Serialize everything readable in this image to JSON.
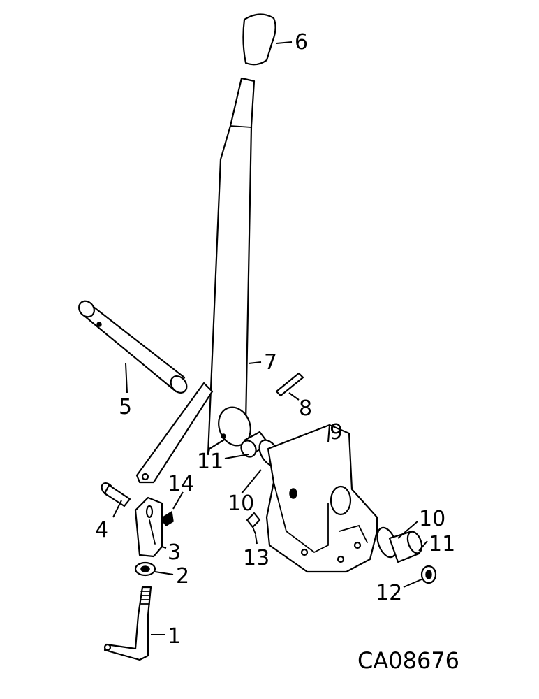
{
  "callouts": {
    "c1": "1",
    "c2": "2",
    "c3": "3",
    "c4": "4",
    "c5": "5",
    "c6": "6",
    "c7": "7",
    "c8": "8",
    "c9": "9",
    "c10a": "10",
    "c10b": "10",
    "c11a": "11",
    "c11b": "11",
    "c12": "12",
    "c13": "13",
    "c14": "14"
  },
  "drawing_code": "CA08676"
}
